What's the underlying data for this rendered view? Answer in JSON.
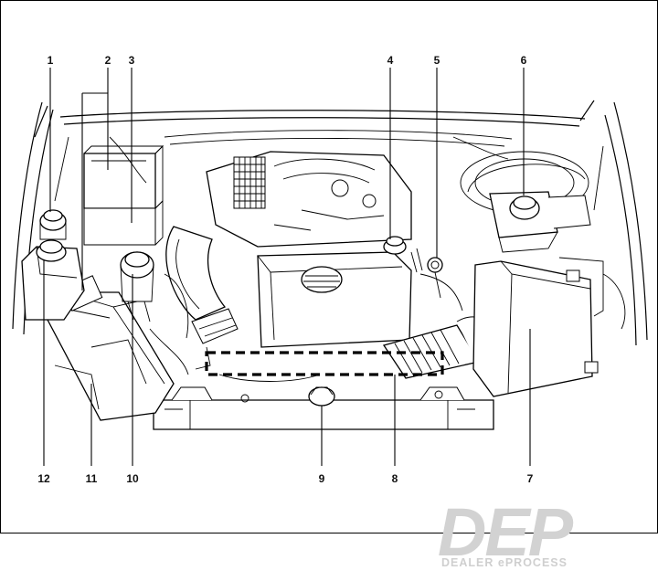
{
  "diagram": {
    "callouts": [
      {
        "id": "c1",
        "label": "1"
      },
      {
        "id": "c2",
        "label": "2"
      },
      {
        "id": "c3",
        "label": "3"
      },
      {
        "id": "c4",
        "label": "4"
      },
      {
        "id": "c5",
        "label": "5"
      },
      {
        "id": "c6",
        "label": "6"
      },
      {
        "id": "c7",
        "label": "7"
      },
      {
        "id": "c8",
        "label": "8"
      },
      {
        "id": "c9",
        "label": "9"
      },
      {
        "id": "c10",
        "label": "10"
      },
      {
        "id": "c11",
        "label": "11"
      },
      {
        "id": "c12",
        "label": "12"
      }
    ]
  },
  "watermark": {
    "logo_text": "DEP",
    "tagline": "DEALER ePROCESS"
  }
}
